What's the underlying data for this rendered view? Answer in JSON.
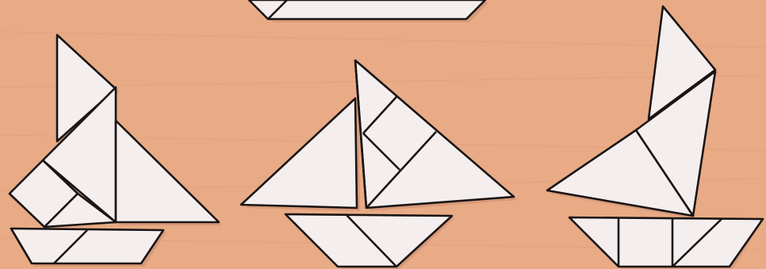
{
  "scene": {
    "background_color": "#e8ab85",
    "piece_fill_color": "#f4efee",
    "outline_color": "#1a1414",
    "figures": [
      {
        "name": "top-partial-shape",
        "visible": "partial"
      },
      {
        "name": "sailboat-left",
        "pieces": 7
      },
      {
        "name": "sailboat-middle",
        "pieces": 7
      },
      {
        "name": "sailboat-right",
        "pieces": 7
      }
    ]
  }
}
